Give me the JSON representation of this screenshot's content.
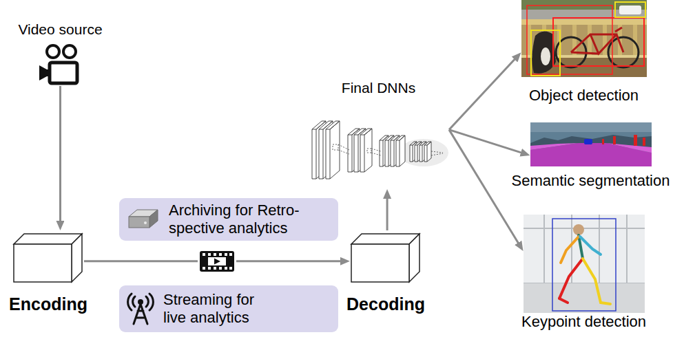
{
  "diagram": {
    "nodes": [
      {
        "text": [
          "Video source"
        ]
      },
      {
        "text": [
          "Encoding"
        ]
      },
      {
        "text": [
          "Archiving for Retro- spective analytics"
        ]
      },
      {
        "text": [
          "Streaming for live analytics"
        ]
      },
      {
        "text": [
          "Decoding"
        ]
      },
      {
        "text": [
          "Final DNNs"
        ]
      },
      {
        "text": [
          "Object detection"
        ]
      },
      {
        "text": [
          "Semantic segmentation"
        ]
      },
      {
        "text": [
          "Keypoint detection"
        ]
      }
    ],
    "edges": [
      {
        "from": 0,
        "to": 1,
        "arrow": "to"
      },
      {
        "from": 1,
        "to": 4,
        "arrow": "to"
      },
      {
        "from": 4,
        "to": 5,
        "arrow": "to"
      },
      {
        "from": 5,
        "to": 6,
        "arrow": "to"
      },
      {
        "from": 5,
        "to": 7,
        "arrow": "to"
      },
      {
        "from": 5,
        "to": 8,
        "arrow": "to"
      }
    ]
  }
}
